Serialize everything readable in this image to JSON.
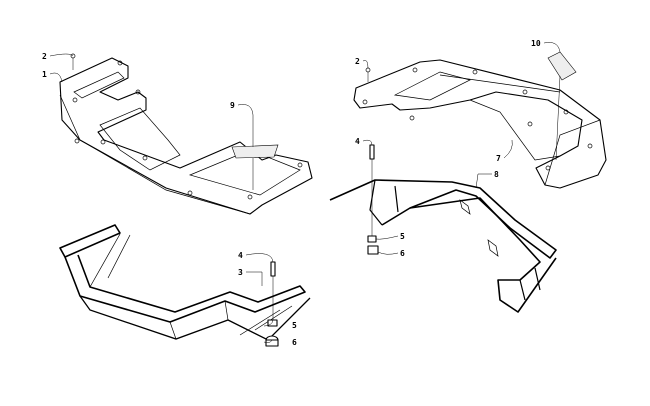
{
  "diagram": {
    "left_assembly": {
      "callouts": [
        {
          "id": "c1",
          "label": "1"
        },
        {
          "id": "c2",
          "label": "2"
        },
        {
          "id": "c9",
          "label": "9"
        },
        {
          "id": "c4",
          "label": "4"
        },
        {
          "id": "c3",
          "label": "3"
        },
        {
          "id": "c5",
          "label": "5"
        },
        {
          "id": "c6",
          "label": "6"
        }
      ]
    },
    "right_assembly": {
      "callouts": [
        {
          "id": "c2",
          "label": "2"
        },
        {
          "id": "c10",
          "label": "10"
        },
        {
          "id": "c4",
          "label": "4"
        },
        {
          "id": "c7",
          "label": "7"
        },
        {
          "id": "c8",
          "label": "8"
        },
        {
          "id": "c5",
          "label": "5"
        },
        {
          "id": "c6",
          "label": "6"
        }
      ]
    }
  }
}
